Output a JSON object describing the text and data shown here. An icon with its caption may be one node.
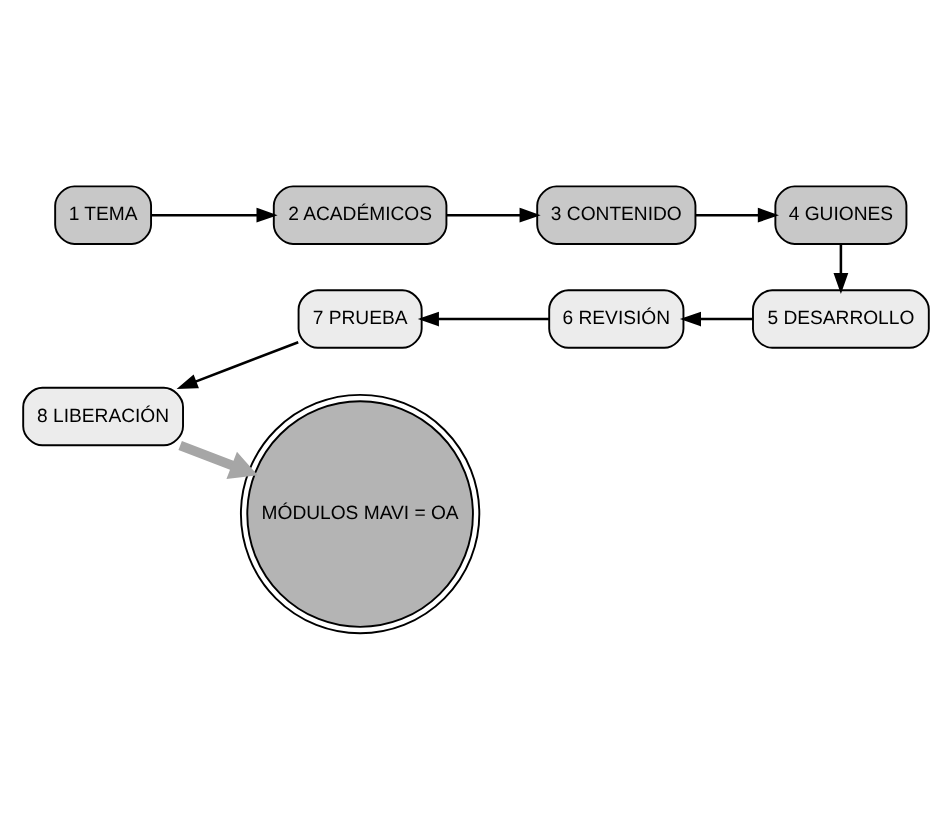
{
  "diagram": {
    "nodes": [
      {
        "text": [
          "1 TEMA"
        ]
      },
      {
        "text": [
          "2 ACADÉMICOS"
        ]
      },
      {
        "text": [
          "3 CONTENIDO"
        ]
      },
      {
        "text": [
          "4 GUIONES"
        ]
      },
      {
        "text": [
          "5 DESARROLLO"
        ]
      },
      {
        "text": [
          "6 REVISIÓN"
        ]
      },
      {
        "text": [
          "7 PRUEBA"
        ]
      },
      {
        "text": [
          "8 LIBERACIÓN"
        ]
      },
      {
        "text": [
          "MÓDULOS MAVI = OA"
        ]
      }
    ],
    "edges": [
      {
        "from": 0,
        "to": 1,
        "arrow": "to"
      },
      {
        "from": 1,
        "to": 2,
        "arrow": "to"
      },
      {
        "from": 2,
        "to": 3,
        "arrow": "to"
      },
      {
        "from": 3,
        "to": 4,
        "arrow": "to"
      },
      {
        "from": 4,
        "to": 5,
        "arrow": "to"
      },
      {
        "from": 5,
        "to": 6,
        "arrow": "to"
      },
      {
        "from": 6,
        "to": 7,
        "arrow": "to"
      },
      {
        "from": 7,
        "to": 8,
        "arrow": "to",
        "style": "thick",
        "color": "#a6a6a6"
      }
    ]
  }
}
